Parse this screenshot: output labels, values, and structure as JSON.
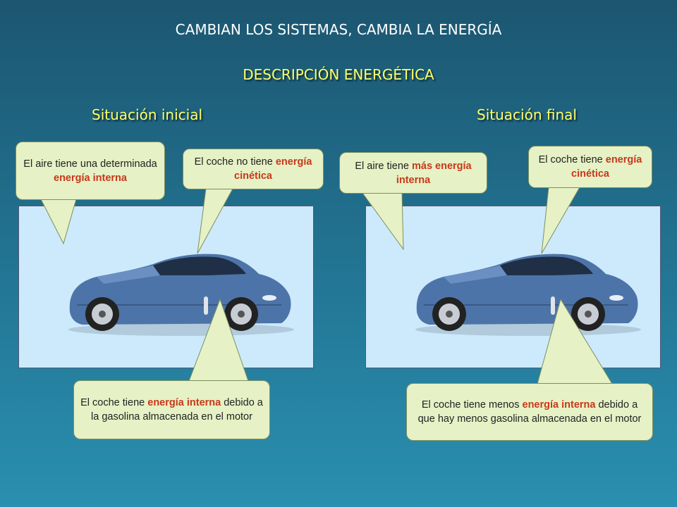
{
  "title": "CAMBIAN LOS SISTEMAS, CAMBIA LA ENERGÍA",
  "subtitle": "DESCRIPCIÓN ENERGÉTICA",
  "initial": {
    "heading": "Situación inicial",
    "air": {
      "pre": "El aire tiene una determinada ",
      "hl": "energía interna",
      "post": ""
    },
    "car_top": {
      "pre": "El coche no tiene ",
      "hl": "energía cinética",
      "post": ""
    },
    "car_bottom": {
      "pre": "El coche tiene ",
      "hl": "energía interna",
      "post": " debido a la gasolina almacenada en el motor"
    }
  },
  "final": {
    "heading": "Situación final",
    "air": {
      "pre": "El aire tiene ",
      "hl": "más energía interna",
      "post": ""
    },
    "car_top": {
      "pre": "El coche tiene ",
      "hl": "energía cinética",
      "post": ""
    },
    "car_bottom": {
      "pre": "El coche tiene menos ",
      "hl": "energía interna",
      "post": " debido a que hay menos gasolina almacenada en el motor"
    }
  },
  "colors": {
    "heading": "#ffff66",
    "highlight": "#c8381a",
    "bubble": "#e6f1c5",
    "panel": "#cdeafc"
  }
}
